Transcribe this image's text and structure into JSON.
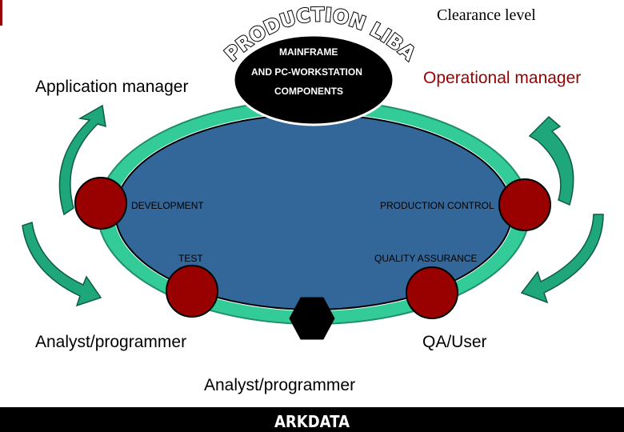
{
  "header": {
    "clearance_label": "Clearance level"
  },
  "arc_title": "PRODUCTION LIBARY",
  "center": {
    "line1": "MAINFRAME",
    "line2": "AND PC-WORKSTATION",
    "line3": "COMPONENTS"
  },
  "roles": {
    "application_manager": "Application manager",
    "operational_manager": "Operational manager",
    "analyst_programmer_left": "Analyst/programmer",
    "qa_user": "QA/User",
    "analyst_programmer_bottom": "Analyst/programmer"
  },
  "stages": {
    "development": "DEVELOPMENT",
    "test": "TEST",
    "production_control": "PRODUCTION CONTROL",
    "quality_assurance": "QUALITY ASSURANCE"
  },
  "footer": {
    "logo": "ARKDATA"
  },
  "colors": {
    "ellipse_fill": "#336699",
    "ring": "#33cc99",
    "node": "#990000",
    "hexagon": "#000000"
  }
}
